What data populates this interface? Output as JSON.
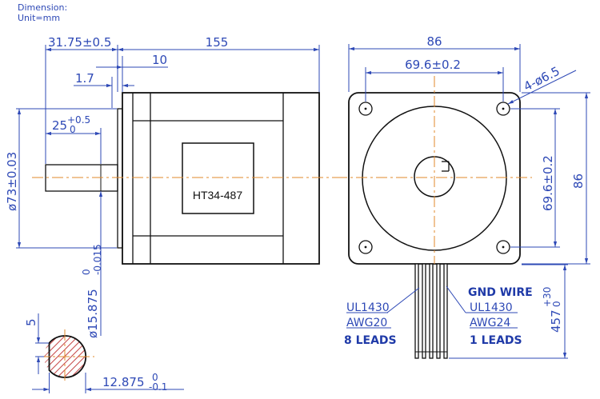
{
  "header": {
    "line1": "Dimension:",
    "line2": "Unit=mm"
  },
  "motor": {
    "model": "HT34-487"
  },
  "dimensions": {
    "shaft_length": "31.75±0.5",
    "body_length": "155",
    "flange_depth": "10",
    "flange_gap": "1.7",
    "boss_height_base": "25",
    "boss_height_tol_upper": "+0.5",
    "boss_height_tol_lower": "0",
    "boss_diameter": "ø73±0.03",
    "shaft_diameter_base": "ø15.875",
    "shaft_diameter_tol_upper": "0",
    "shaft_diameter_tol_lower": "-0.015",
    "flat_depth": "5",
    "flat_width_base": "12.875",
    "flat_width_tol_upper": "0",
    "flat_width_tol_lower": "-0.1",
    "square_size_top": "86",
    "hole_spacing_h": "69.6±0.2",
    "hole_spec": "4-ø6.5",
    "hole_spacing_v": "69.6±0.2",
    "square_size_right": "86",
    "lead_length_base": "457",
    "lead_length_tol_upper": "+30",
    "lead_length_tol_lower": "0"
  },
  "wires": {
    "left_spec_1": "UL1430",
    "left_spec_2": "AWG20",
    "left_count": "8 LEADS",
    "right_title": "GND WIRE",
    "right_spec_1": "UL1430",
    "right_spec_2": "AWG24",
    "right_count": "1 LEADS"
  },
  "colors": {
    "dimension": "#2e49b6",
    "centerline": "#e0892b",
    "outline": "#111111"
  }
}
